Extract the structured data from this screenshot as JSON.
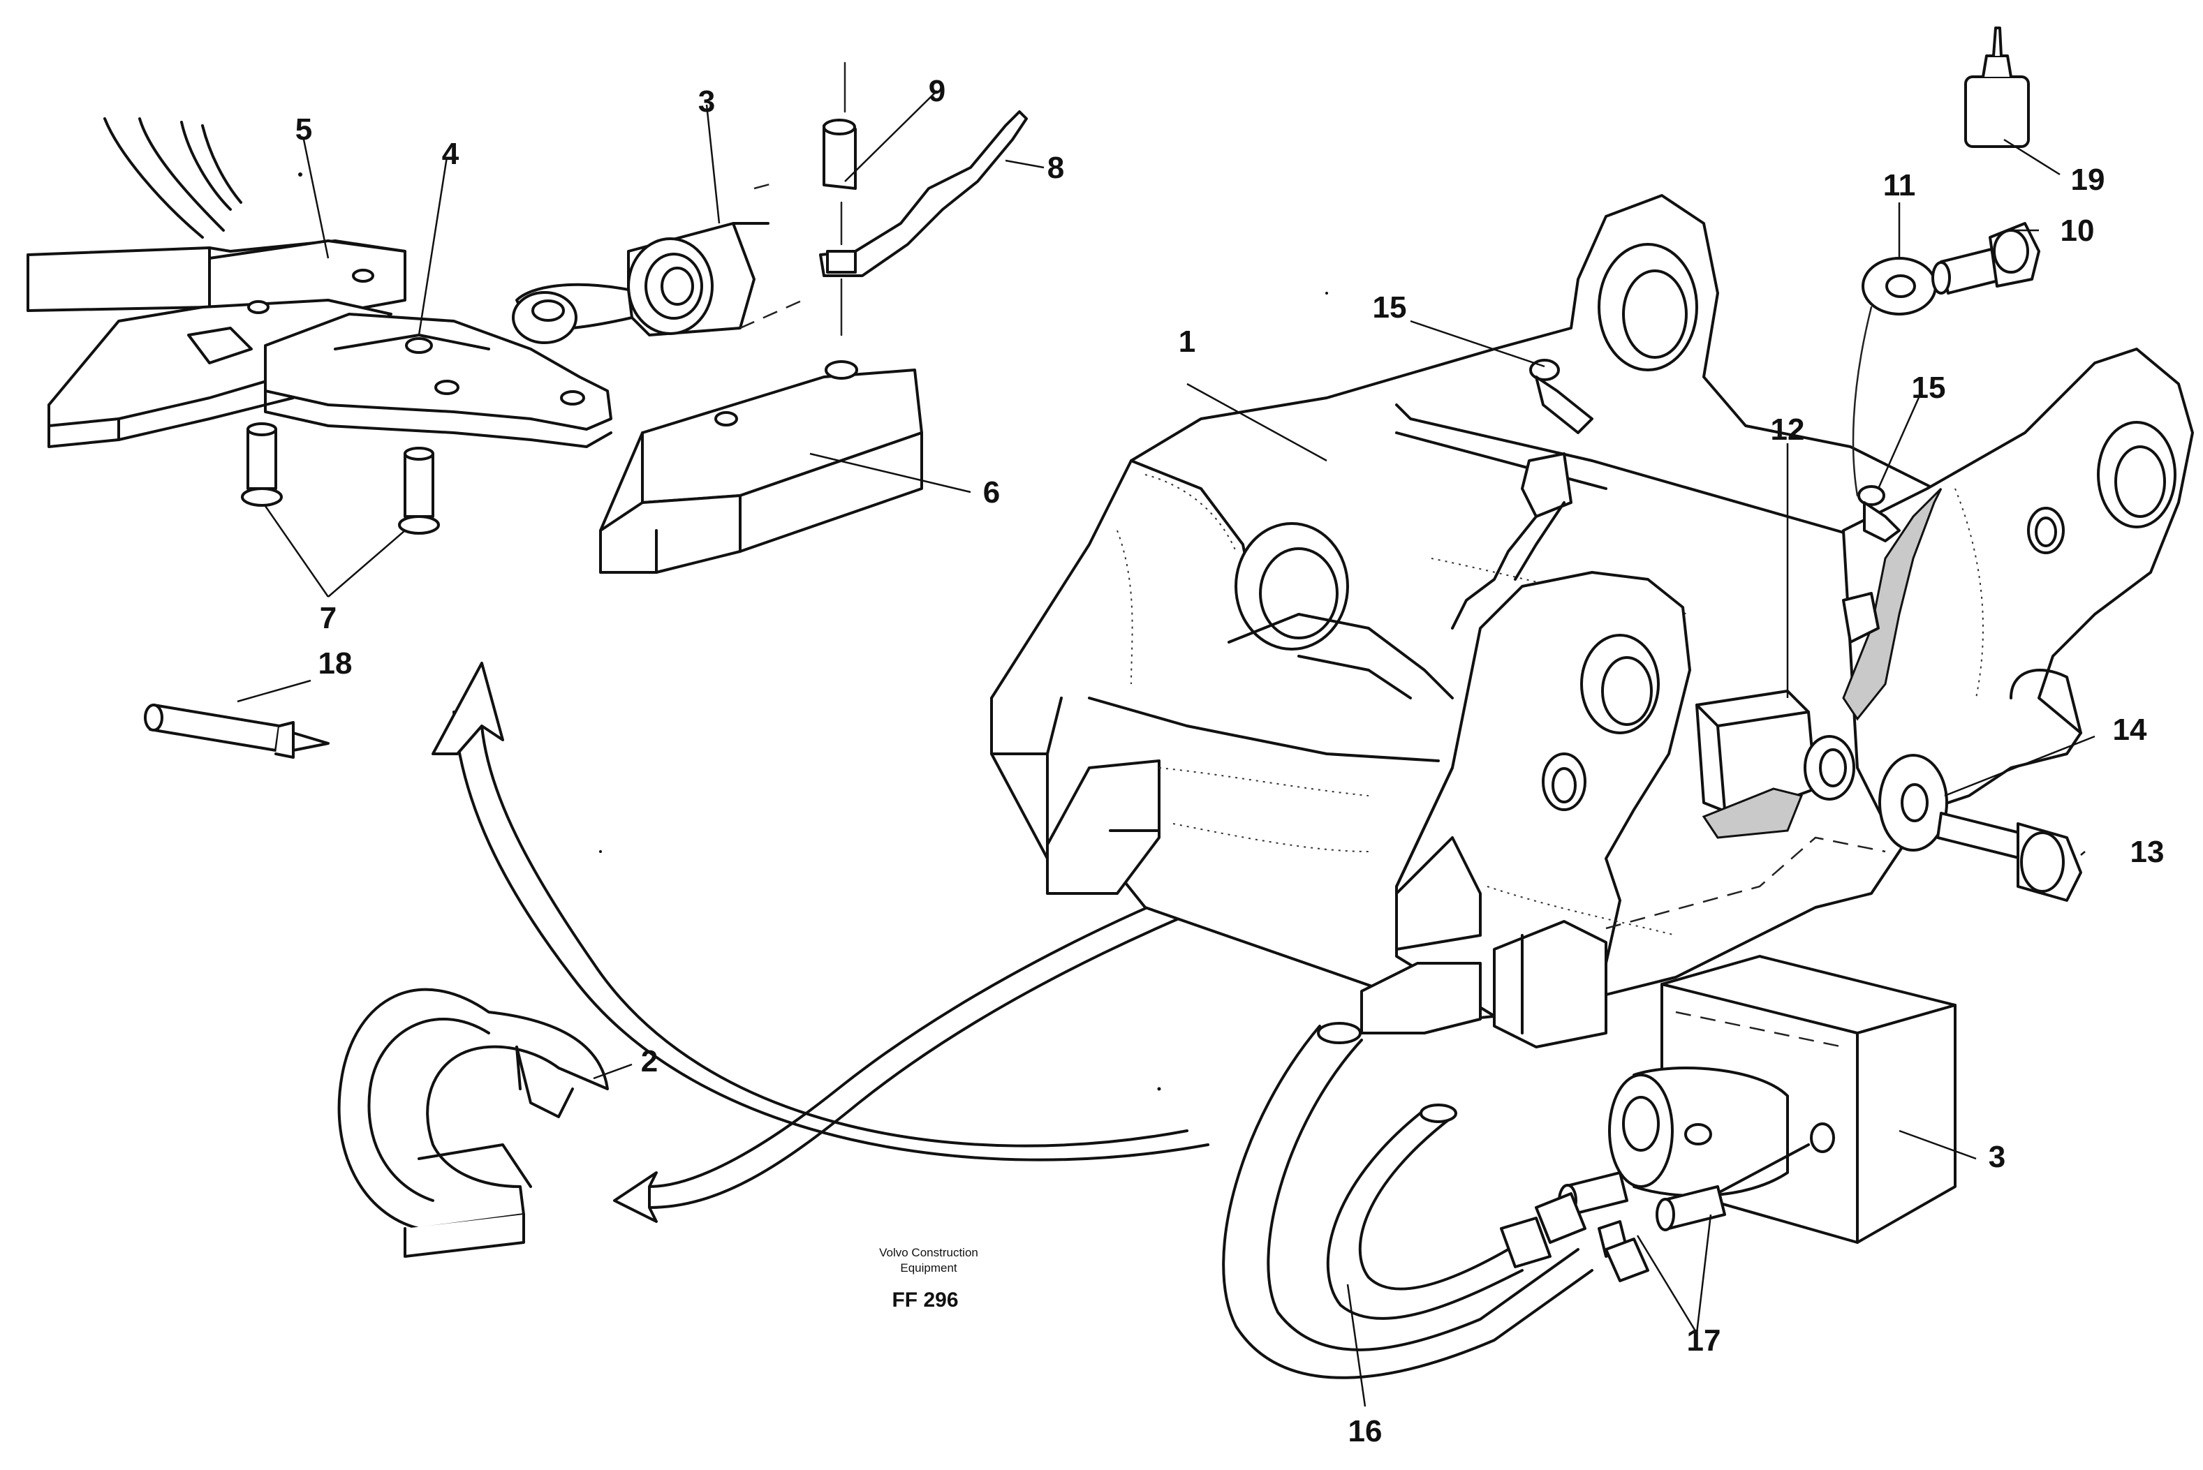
{
  "diagram": {
    "callouts": [
      {
        "id": "c1",
        "label": "1"
      },
      {
        "id": "c2",
        "label": "2"
      },
      {
        "id": "c3a",
        "label": "3"
      },
      {
        "id": "c3b",
        "label": "3"
      },
      {
        "id": "c4",
        "label": "4"
      },
      {
        "id": "c5",
        "label": "5"
      },
      {
        "id": "c6",
        "label": "6"
      },
      {
        "id": "c7",
        "label": "7"
      },
      {
        "id": "c8",
        "label": "8"
      },
      {
        "id": "c9",
        "label": "9"
      },
      {
        "id": "c10",
        "label": "10"
      },
      {
        "id": "c11",
        "label": "11"
      },
      {
        "id": "c12",
        "label": "12"
      },
      {
        "id": "c13",
        "label": "13"
      },
      {
        "id": "c14",
        "label": "14"
      },
      {
        "id": "c15a",
        "label": "15"
      },
      {
        "id": "c15b",
        "label": "15"
      },
      {
        "id": "c16",
        "label": "16"
      },
      {
        "id": "c17",
        "label": "17"
      },
      {
        "id": "c18",
        "label": "18"
      },
      {
        "id": "c19",
        "label": "19"
      }
    ],
    "credit_line1": "Volvo Construction",
    "credit_line2": "Equipment",
    "drawing_code": "FF 296"
  }
}
